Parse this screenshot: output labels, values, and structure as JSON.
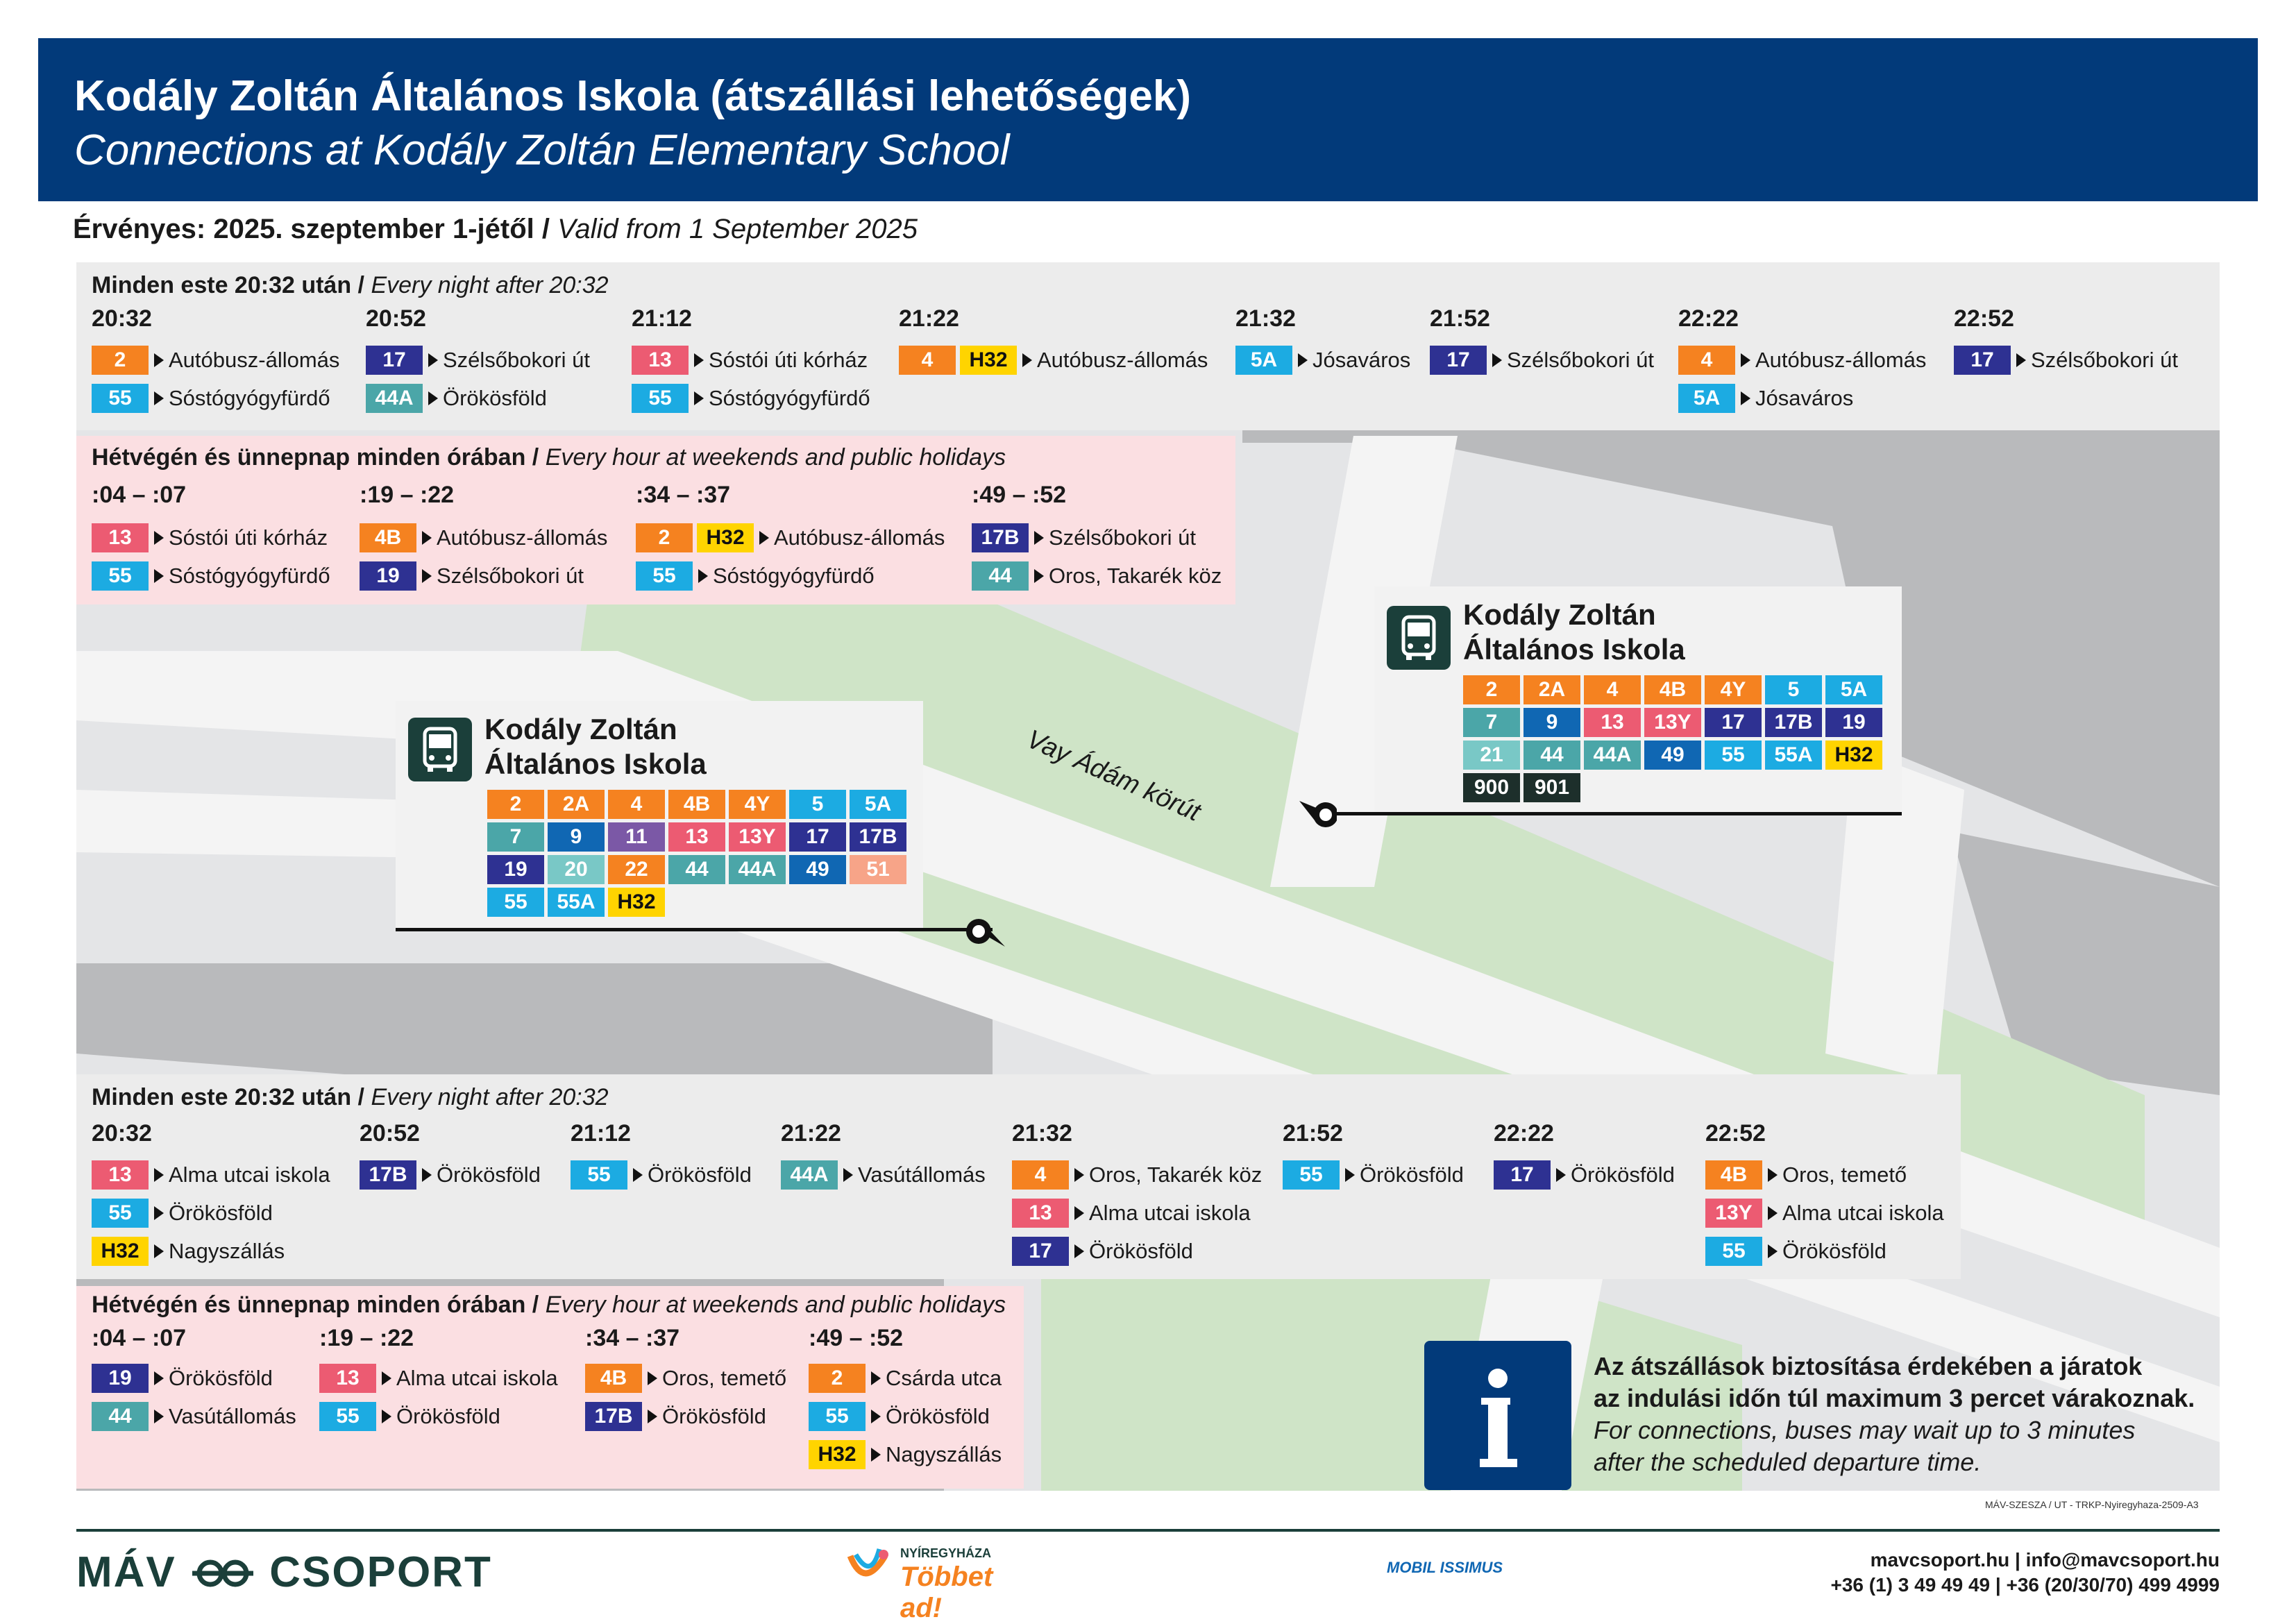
{
  "header": {
    "title_hu": "Kodály Zoltán Általános Iskola (átszállási lehetőségek)",
    "title_en": "Connections at Kodály Zoltán Elementary School"
  },
  "validity": {
    "hu": "Érvényes: 2025. szeptember 1-jétől /",
    "en": "Valid from 1 September 2025"
  },
  "colors": {
    "header_bg": "#023a7a",
    "panel_gray": "#ececec",
    "panel_pink": "#fbdfe2",
    "orange": "#f58220",
    "navy": "#2e3192",
    "pink": "#ec5b72",
    "cyan": "#1cabe2",
    "teal": "#4ba6a8",
    "yellow": "#ffd400"
  },
  "top_night": {
    "title_hu": "Minden este 20:32 után /",
    "title_en": "Every night after 20:32",
    "times": [
      "20:32",
      "20:52",
      "21:12",
      "21:22",
      "21:32",
      "21:52",
      "22:22",
      "22:52"
    ],
    "rows": [
      [
        {
          "lines": [
            "2"
          ],
          "dest": "Autóbusz-állomás"
        },
        {
          "lines": [
            "55"
          ],
          "dest": "Sóstógyógyfürdő"
        }
      ],
      [
        {
          "lines": [
            "17"
          ],
          "dest": "Szélsőbokori út"
        },
        {
          "lines": [
            "44A"
          ],
          "dest": "Örökösföld"
        }
      ],
      [
        {
          "lines": [
            "13"
          ],
          "dest": "Sóstói úti kórház"
        },
        {
          "lines": [
            "55"
          ],
          "dest": "Sóstógyógyfürdő"
        }
      ],
      [
        {
          "lines": [
            "4",
            "H32"
          ],
          "dest": "Autóbusz-állomás"
        }
      ],
      [
        {
          "lines": [
            "5A"
          ],
          "dest": "Jósaváros"
        }
      ],
      [
        {
          "lines": [
            "17"
          ],
          "dest": "Szélsőbokori út"
        }
      ],
      [
        {
          "lines": [
            "4"
          ],
          "dest": "Autóbusz-állomás"
        },
        {
          "lines": [
            "5A"
          ],
          "dest": "Jósaváros"
        }
      ],
      [
        {
          "lines": [
            "17"
          ],
          "dest": "Szélsőbokori út"
        }
      ]
    ]
  },
  "top_weekend": {
    "title_hu": "Hétvégén és ünnepnap minden órában /",
    "title_en": "Every hour at weekends and public holidays",
    "times": [
      ":04 – :07",
      ":19 – :22",
      ":34 – :37",
      ":49 – :52"
    ],
    "rows": [
      [
        {
          "lines": [
            "13"
          ],
          "dest": "Sóstói úti kórház"
        },
        {
          "lines": [
            "55"
          ],
          "dest": "Sóstógyógyfürdő"
        }
      ],
      [
        {
          "lines": [
            "4B"
          ],
          "dest": "Autóbusz-állomás"
        },
        {
          "lines": [
            "19"
          ],
          "dest": "Szélsőbokori út"
        }
      ],
      [
        {
          "lines": [
            "2",
            "H32"
          ],
          "dest": "Autóbusz-állomás"
        },
        {
          "lines": [
            "55"
          ],
          "dest": "Sóstógyógyfürdő"
        }
      ],
      [
        {
          "lines": [
            "17B"
          ],
          "dest": "Szélsőbokori út"
        },
        {
          "lines": [
            "44"
          ],
          "dest": "Oros, Takarék köz"
        }
      ]
    ]
  },
  "stop_right": {
    "name1": "Kodály Zoltán",
    "name2": "Általános Iskola",
    "lines": [
      "2",
      "2A",
      "4",
      "4B",
      "4Y",
      "5",
      "5A",
      "7",
      "9",
      "13",
      "13Y",
      "17",
      "17B",
      "19",
      "21",
      "44",
      "44A",
      "49",
      "55",
      "55A",
      "H32",
      "900",
      "901"
    ]
  },
  "stop_left": {
    "name1": "Kodály Zoltán",
    "name2": "Általános Iskola",
    "lines": [
      "2",
      "2A",
      "4",
      "4B",
      "4Y",
      "5",
      "5A",
      "7",
      "9",
      "11",
      "13",
      "13Y",
      "17",
      "17B",
      "19",
      "20",
      "22",
      "44",
      "44A",
      "49",
      "51",
      "55",
      "55A",
      "H32"
    ]
  },
  "street": "Vay Ádám körút",
  "bottom_night": {
    "title_hu": "Minden este 20:32 után /",
    "title_en": "Every night after 20:32",
    "times": [
      "20:32",
      "20:52",
      "21:12",
      "21:22",
      "21:32",
      "21:52",
      "22:22",
      "22:52"
    ],
    "rows": [
      [
        {
          "lines": [
            "13"
          ],
          "dest": "Alma utcai iskola"
        },
        {
          "lines": [
            "55"
          ],
          "dest": "Örökösföld"
        },
        {
          "lines": [
            "H32"
          ],
          "dest": "Nagyszállás"
        }
      ],
      [
        {
          "lines": [
            "17B"
          ],
          "dest": "Örökösföld"
        }
      ],
      [
        {
          "lines": [
            "55"
          ],
          "dest": "Örökösföld"
        }
      ],
      [
        {
          "lines": [
            "44A"
          ],
          "dest": "Vasútállomás"
        }
      ],
      [
        {
          "lines": [
            "4"
          ],
          "dest": "Oros, Takarék köz"
        },
        {
          "lines": [
            "13"
          ],
          "dest": "Alma utcai iskola"
        },
        {
          "lines": [
            "17"
          ],
          "dest": "Örökösföld"
        }
      ],
      [
        {
          "lines": [
            "55"
          ],
          "dest": "Örökösföld"
        }
      ],
      [
        {
          "lines": [
            "17"
          ],
          "dest": "Örökösföld"
        }
      ],
      [
        {
          "lines": [
            "4B"
          ],
          "dest": "Oros, temető"
        },
        {
          "lines": [
            "13Y"
          ],
          "dest": "Alma utcai iskola"
        },
        {
          "lines": [
            "55"
          ],
          "dest": "Örökösföld"
        }
      ]
    ]
  },
  "bottom_weekend": {
    "title_hu": "Hétvégén és ünnepnap minden órában /",
    "title_en": "Every hour at weekends and public holidays",
    "times": [
      ":04 – :07",
      ":19 – :22",
      ":34 – :37",
      ":49 – :52"
    ],
    "rows": [
      [
        {
          "lines": [
            "19"
          ],
          "dest": "Örökösföld"
        },
        {
          "lines": [
            "44"
          ],
          "dest": "Vasútállomás"
        }
      ],
      [
        {
          "lines": [
            "13"
          ],
          "dest": "Alma utcai iskola"
        },
        {
          "lines": [
            "55"
          ],
          "dest": "Örökösföld"
        }
      ],
      [
        {
          "lines": [
            "4B"
          ],
          "dest": "Oros, temető"
        },
        {
          "lines": [
            "17B"
          ],
          "dest": "Örökösföld"
        }
      ],
      [
        {
          "lines": [
            "2"
          ],
          "dest": "Csárda utca"
        },
        {
          "lines": [
            "55"
          ],
          "dest": "Örökösföld"
        },
        {
          "lines": [
            "H32"
          ],
          "dest": "Nagyszállás"
        }
      ]
    ]
  },
  "info": {
    "hu1": "Az átszállások biztosítása érdekében a járatok",
    "hu2": "az indulási időn túl maximum 3 percet várakoznak.",
    "en1": "For connections, buses may wait up to 3 minutes",
    "en2": "after the scheduled departure time."
  },
  "footer": {
    "code": "MÁV-SZESZA / UT - TRKP-Nyiregyhaza-2509-A3",
    "brand_left": "MÁV",
    "brand_right": "CSOPORT",
    "nyh_small": "NYÍREGYHÁZA",
    "nyh_big": "Többet ad!",
    "mob": "MOBIL ISSIMUS",
    "contact1": "mavcsoport.hu | info@mavcsoport.hu",
    "contact2": "+36 (1) 3 49 49 49 | +36 (20/30/70) 499 4999"
  }
}
